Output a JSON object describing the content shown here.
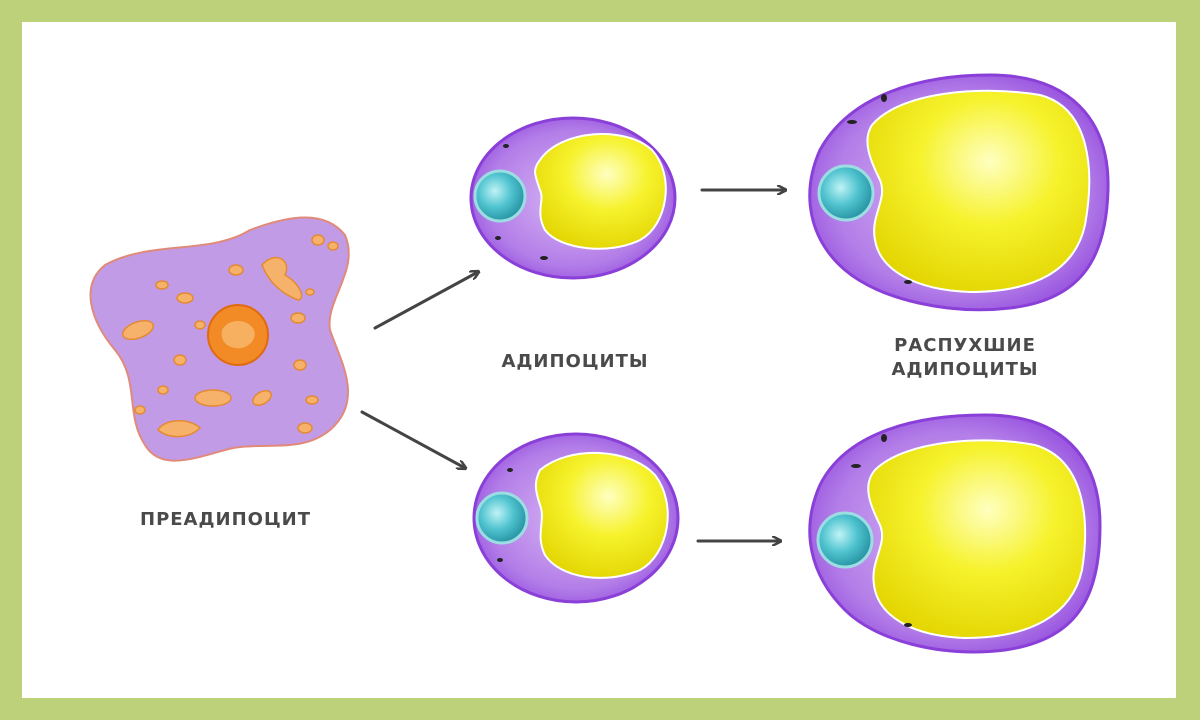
{
  "labels": {
    "preadipocyte": "ПРЕАДИПОЦИТ",
    "adipocytes": "АДИПОЦИТЫ",
    "swollen_line1": "РАСПУХШИЕ",
    "swollen_line2": "АДИПОЦИТЫ"
  },
  "colors": {
    "frame": "#bcd17a",
    "cytoplasm": "#b98de8",
    "membrane": "#9b4fe0",
    "fat_droplet": "#f3ef2a",
    "nucleus": "#4fc3cf",
    "organelle": "#f29a3a",
    "arrow": "#444444"
  }
}
